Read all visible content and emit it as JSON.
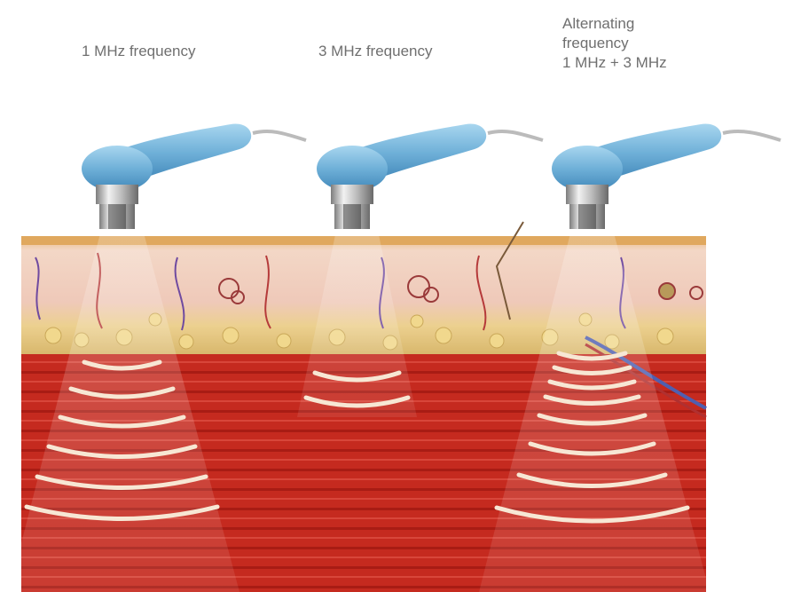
{
  "labels": {
    "probe1": "1 MHz frequency",
    "probe2": "3 MHz frequency",
    "probe3": [
      "Alternating",
      "frequency",
      "1 MHz + 3 MHz"
    ]
  },
  "colors": {
    "probe_blue": "#6fb0d8",
    "skin": "#f0c8b8",
    "fat": "#e9c98a",
    "muscle": "#c8281e",
    "wave": "#f6e6d2"
  },
  "icons": {
    "probe": "ultrasound-probe-icon"
  }
}
